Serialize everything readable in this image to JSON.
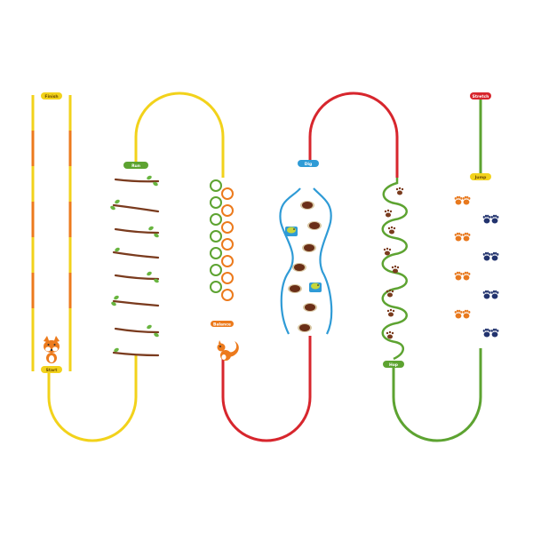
{
  "colors": {
    "yellow": "#f2d21b",
    "orange": "#ec7a1c",
    "green": "#5da331",
    "red": "#d7262d",
    "blue": "#2f9bd6",
    "brown": "#7a3b1e",
    "leaf": "#69b540",
    "paw_orange": "#e8791e",
    "paw_navy": "#22336e"
  },
  "course": {
    "labels": {
      "start": "Start",
      "finish": "Finish",
      "hop": "Hop",
      "jump": "Jump",
      "dig": "Dig",
      "stretch": "Stretch",
      "run": "Run",
      "balance": "Balance"
    },
    "sections": [
      "fox-ladder",
      "branch-stepping",
      "hoop-hopping",
      "burrow-holes",
      "squirrel-wiggle",
      "paw-prints"
    ],
    "icons": [
      "fox-icon",
      "squirrel-icon",
      "bird-icon",
      "paw-print-icon",
      "leaf-icon",
      "acorn-icon"
    ]
  }
}
